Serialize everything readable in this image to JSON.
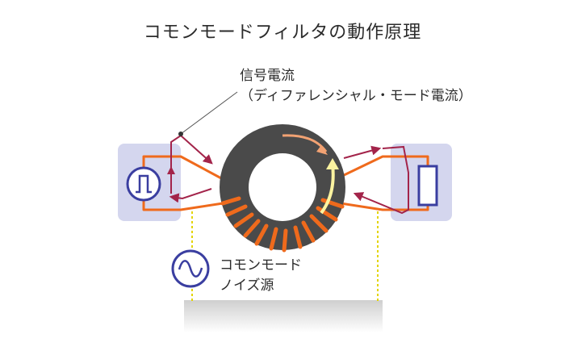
{
  "title": "コモンモードフィルタの動作原理",
  "signal_current": {
    "line1": "信号電流",
    "line2": "（ディファレンシャル・モード電流）"
  },
  "noise_source": {
    "line1": "コモンモード",
    "line2": "ノイズ源"
  },
  "colors": {
    "wire": "#ef6a1c",
    "core": "#4a4a4a",
    "signal_arrow": "#a3244a",
    "noise_arrow_light": "#fbf3a0",
    "core_arrow_orange": "#f2a273",
    "source_circle": "#3a3ea0",
    "box_fill": "#d4d6ee",
    "ground_dashed": "#e3d400",
    "ground_plate": "#d9d9d9"
  },
  "icons": [
    "pulse-source-icon",
    "ac-noise-source-icon",
    "load-resistor-icon"
  ]
}
